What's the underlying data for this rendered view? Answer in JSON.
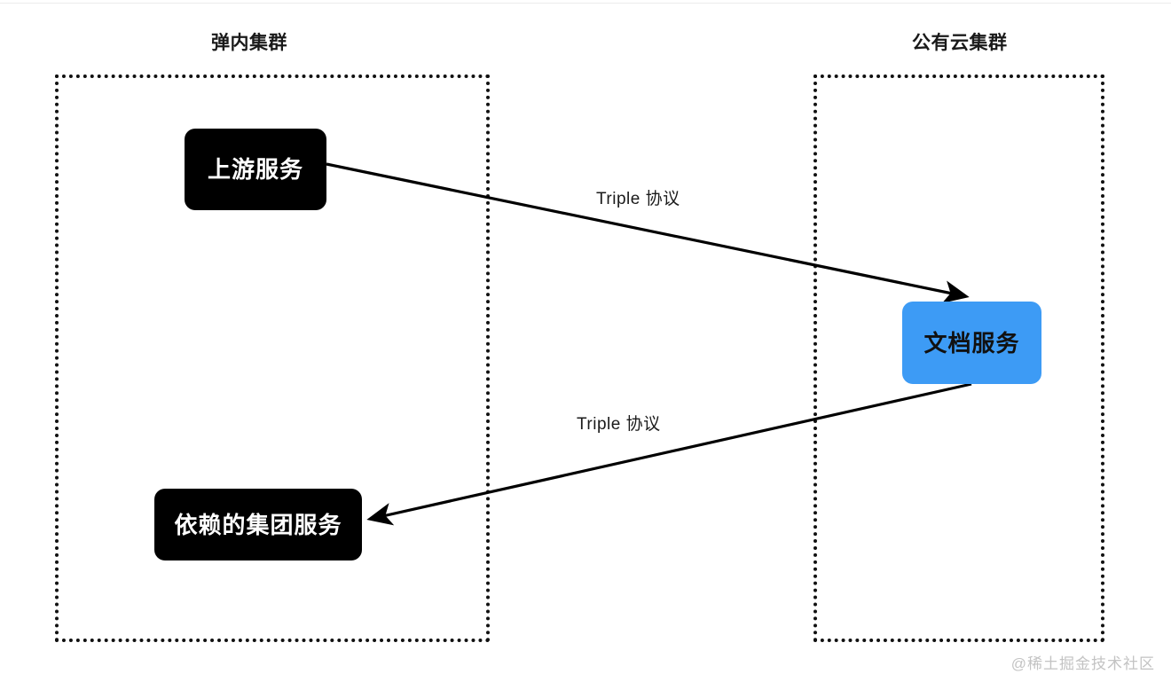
{
  "diagram": {
    "background_color": "#ffffff",
    "clusters": [
      {
        "id": "internal",
        "label": "弹内集群",
        "border_style": "dotted",
        "border_color": "#111111"
      },
      {
        "id": "public",
        "label": "公有云集群",
        "border_style": "dotted",
        "border_color": "#111111"
      }
    ],
    "nodes": [
      {
        "id": "upstream",
        "label": "上游服务",
        "fill": "#000000",
        "text_color": "#ffffff",
        "cluster": "internal"
      },
      {
        "id": "dependent",
        "label": "依赖的集团服务",
        "fill": "#000000",
        "text_color": "#ffffff",
        "cluster": "internal"
      },
      {
        "id": "doc",
        "label": "文档服务",
        "fill": "#3d9bf5",
        "text_color": "#111111",
        "cluster": "public"
      }
    ],
    "edges": [
      {
        "id": "upstream-to-doc",
        "from": "upstream",
        "to": "doc",
        "label": "Triple 协议",
        "arrow": "end",
        "color": "#000000"
      },
      {
        "id": "doc-to-dependent",
        "from": "doc",
        "to": "dependent",
        "label": "Triple 协议",
        "arrow": "end",
        "color": "#000000"
      }
    ],
    "watermark": "@稀土掘金技术社区"
  }
}
